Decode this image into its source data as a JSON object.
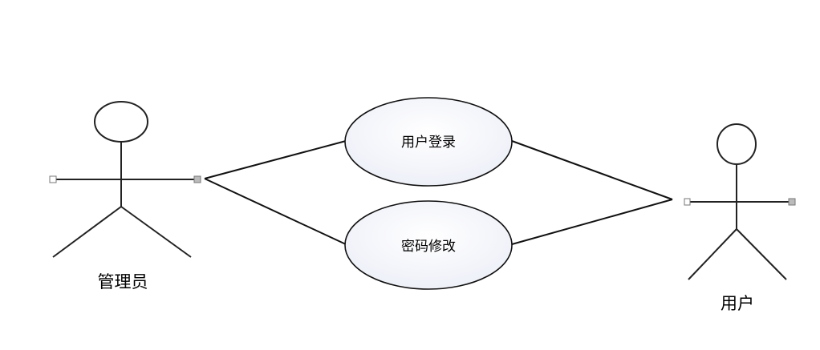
{
  "diagram": {
    "type": "use-case",
    "actors": [
      {
        "id": "admin",
        "label": "管理员"
      },
      {
        "id": "user",
        "label": "用户"
      }
    ],
    "use_cases": [
      {
        "id": "login",
        "label": "用户登录"
      },
      {
        "id": "change_password",
        "label": "密码修改"
      }
    ],
    "associations": [
      {
        "from": "admin",
        "to": "login"
      },
      {
        "from": "admin",
        "to": "change_password"
      },
      {
        "from": "user",
        "to": "login"
      },
      {
        "from": "user",
        "to": "change_password"
      }
    ]
  }
}
